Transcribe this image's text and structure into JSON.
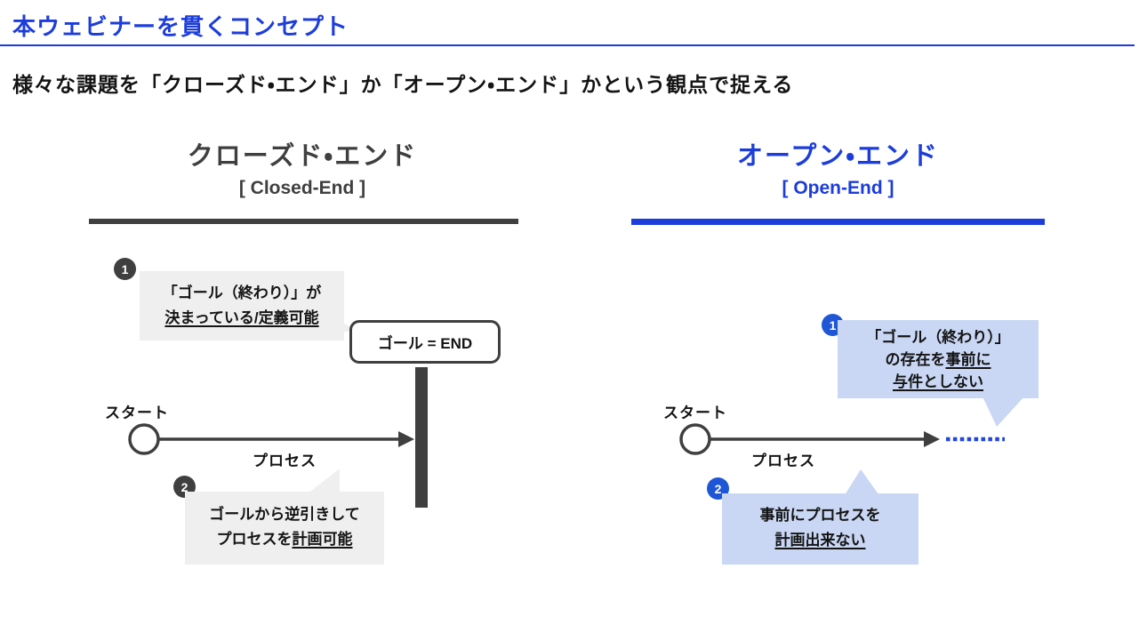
{
  "slide": {
    "title": "本ウェビナーを貫くコンセプト",
    "subtitle": "様々な課題を「クローズド・エンド」か「オープン・エンド」かという観点で捉える"
  },
  "colors": {
    "accent_blue": "#1C3DDB",
    "badge_blue": "#1E56D6",
    "bubble_blue": "#C9D7F4",
    "dotted_blue": "#2145E0",
    "dark_gray": "#3F3F3F",
    "bubble_gray": "#EFEFEF"
  },
  "closed_end": {
    "heading_ja": "クローズド・エンド",
    "heading_en": "[ Closed-End ]",
    "badge1": "1",
    "callout1_line1": "「ゴール（終わり）」が",
    "callout1_line2_underlined": "決まっている/定義可能",
    "goal_box_label": "ゴール = END",
    "start_label": "スタート",
    "process_label": "プロセス",
    "badge2": "2",
    "callout2_line1": "ゴールから逆引きして",
    "callout2_line2_pre": "プロセスを",
    "callout2_line2_underlined": "計画可能"
  },
  "open_end": {
    "heading_ja": "オープン・エンド",
    "heading_en": "[ Open-End ]",
    "badge1": "1",
    "callout1_line1": "「ゴール（終わり）」",
    "callout1_line2_pre": "の存在を",
    "callout1_line2_underlined": "事前に",
    "callout1_line3_underlined": "与件としない",
    "start_label": "スタート",
    "process_label": "プロセス",
    "badge2": "2",
    "callout2_line1": "事前にプロセスを",
    "callout2_line2_underlined": "計画出来ない"
  }
}
